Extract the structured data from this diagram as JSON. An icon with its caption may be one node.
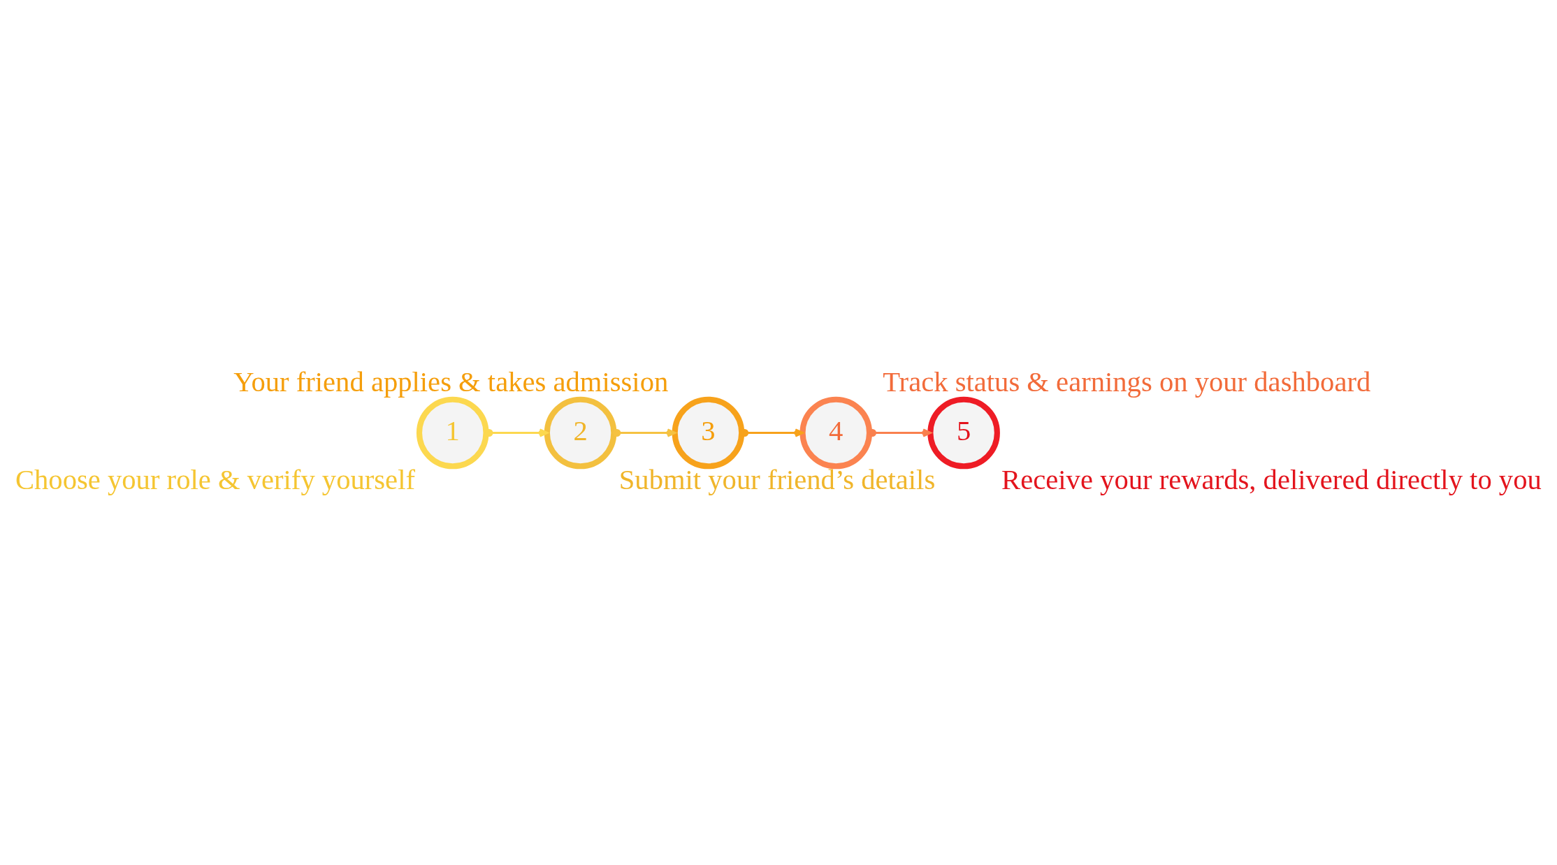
{
  "diagram": {
    "nodes": [
      {
        "text": [
          "1"
        ],
        "beside": [
          "Choose your role & verify yourself"
        ]
      },
      {
        "text": [
          "2"
        ],
        "beside": [
          "Submit your friend’s details"
        ]
      },
      {
        "text": [
          "3"
        ],
        "beside": [
          "Your friend applies & takes admission"
        ]
      },
      {
        "text": [
          "4"
        ],
        "beside": [
          "Track status & earnings on your dashboard"
        ]
      },
      {
        "text": [
          "5"
        ],
        "beside": [
          "Receive your rewards, delivered directly to you"
        ]
      }
    ],
    "edges": [
      {
        "from": 0,
        "to": 1,
        "arrow": "to",
        "color": "#fcd84f"
      },
      {
        "from": 1,
        "to": 2,
        "arrow": "to",
        "color": "#f5c242"
      },
      {
        "from": 2,
        "to": 3,
        "arrow": "to",
        "color": "#f7a21b"
      },
      {
        "from": 3,
        "to": 4,
        "arrow": "to",
        "color": "#f9804e"
      }
    ]
  }
}
